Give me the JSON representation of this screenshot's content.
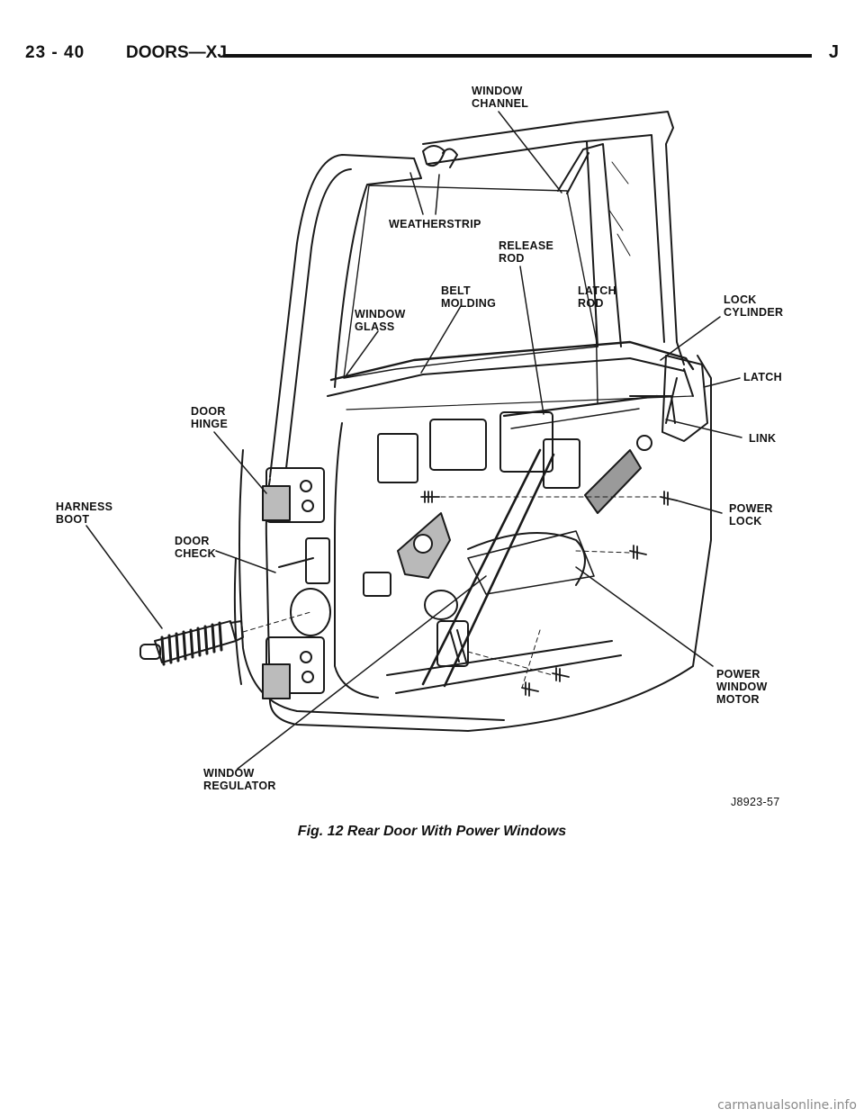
{
  "header": {
    "page_number": "23 - 40",
    "section": "DOORS—XJ",
    "letter": "J"
  },
  "figure": {
    "labels": {
      "window_channel": [
        "WINDOW",
        "CHANNEL"
      ],
      "weatherstrip": [
        "WEATHERSTRIP"
      ],
      "release_rod": [
        "RELEASE",
        "ROD"
      ],
      "belt_molding": [
        "BELT",
        "MOLDING"
      ],
      "latch_rod": [
        "LATCH",
        "ROD"
      ],
      "lock_cylinder": [
        "LOCK",
        "CYLINDER"
      ],
      "window_glass": [
        "WINDOW",
        "GLASS"
      ],
      "latch": [
        "LATCH"
      ],
      "door_hinge": [
        "DOOR",
        "HINGE"
      ],
      "link": [
        "LINK"
      ],
      "harness_boot": [
        "HARNESS",
        "BOOT"
      ],
      "power_lock": [
        "POWER",
        "LOCK"
      ],
      "door_check": [
        "DOOR",
        "CHECK"
      ],
      "power_window_motor": [
        "POWER",
        "WINDOW",
        "MOTOR"
      ],
      "window_regulator": [
        "WINDOW",
        "REGULATOR"
      ]
    },
    "figure_code": "J8923-57"
  },
  "caption": "Fig. 12 Rear Door With Power Windows",
  "watermark": "carmanualsonline.info"
}
